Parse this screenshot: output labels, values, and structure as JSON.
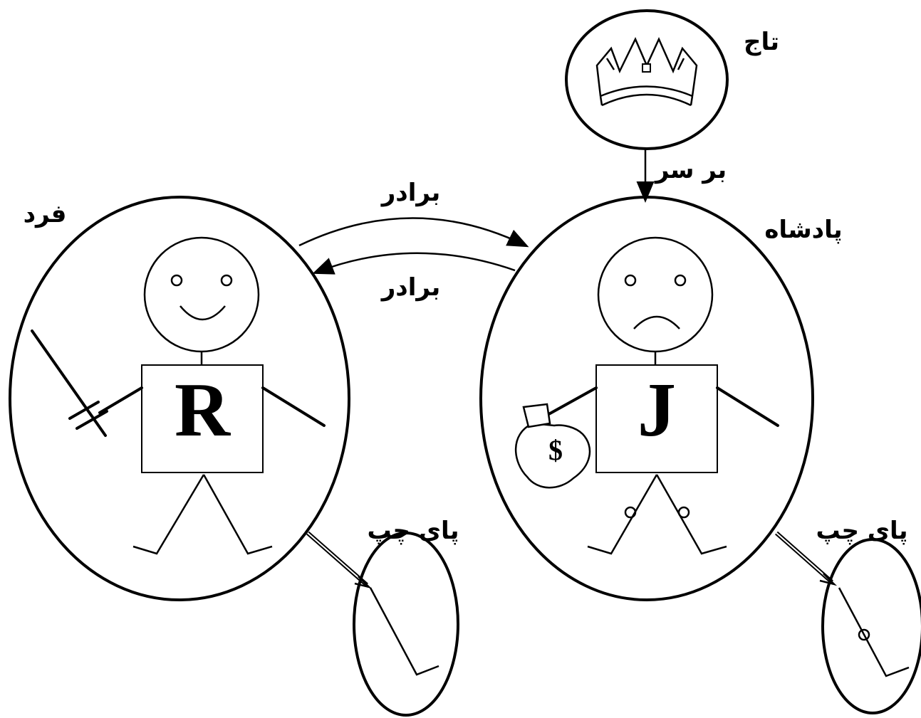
{
  "labels": {
    "person": "فرد",
    "king": "پادشاه",
    "crown": "تاج",
    "on_head": "بر سر",
    "brother_top": "برادر",
    "brother_bottom": "برادر",
    "left_leg_person": "پای چپ",
    "left_leg_king": "پای چپ"
  },
  "boxes": {
    "person_letter": "R",
    "king_letter": "J"
  },
  "money_bag": {
    "symbol": "$"
  }
}
